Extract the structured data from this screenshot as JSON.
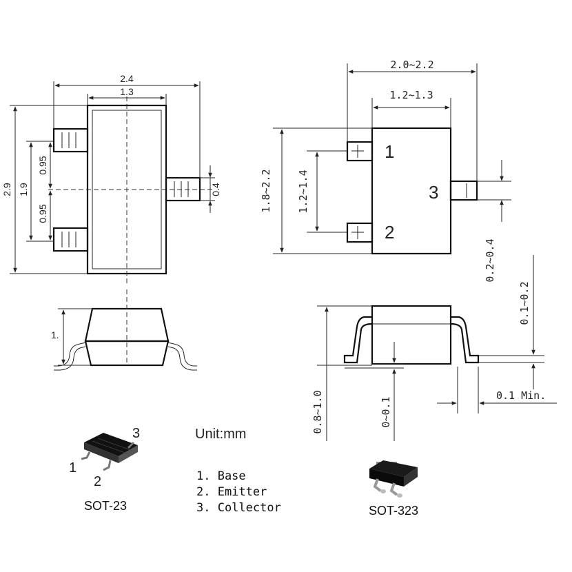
{
  "sot23": {
    "dim_width": "2.4",
    "dim_body_width": "1.3",
    "dim_height": "2.9",
    "dim_pitch_total": "1.9",
    "dim_pitch_upper": "0.95",
    "dim_pitch_lower": "0.95",
    "dim_lead_width": "0.4",
    "dim_side_height": "1.",
    "label": "SOT-23",
    "pin1": "1",
    "pin2": "2",
    "pin3": "3"
  },
  "sot323": {
    "dim_width": "2.0~2.2",
    "dim_body_width": "1.2~1.3",
    "dim_height": "1.8~2.2",
    "dim_pitch": "1.2~1.4",
    "dim_lead_width": "0.2~0.4",
    "dim_lead_thickness": "0.1~0.2",
    "dim_standoff": "0~0.1",
    "dim_total_height": "0.8~1.0",
    "dim_foot_min": "0.1 Min.",
    "label": "SOT-323",
    "pin1": "1",
    "pin2": "2",
    "pin3": "3"
  },
  "unit_label": "Unit:mm",
  "legend": [
    "1. Base",
    "2. Emitter",
    "3. Collector"
  ]
}
